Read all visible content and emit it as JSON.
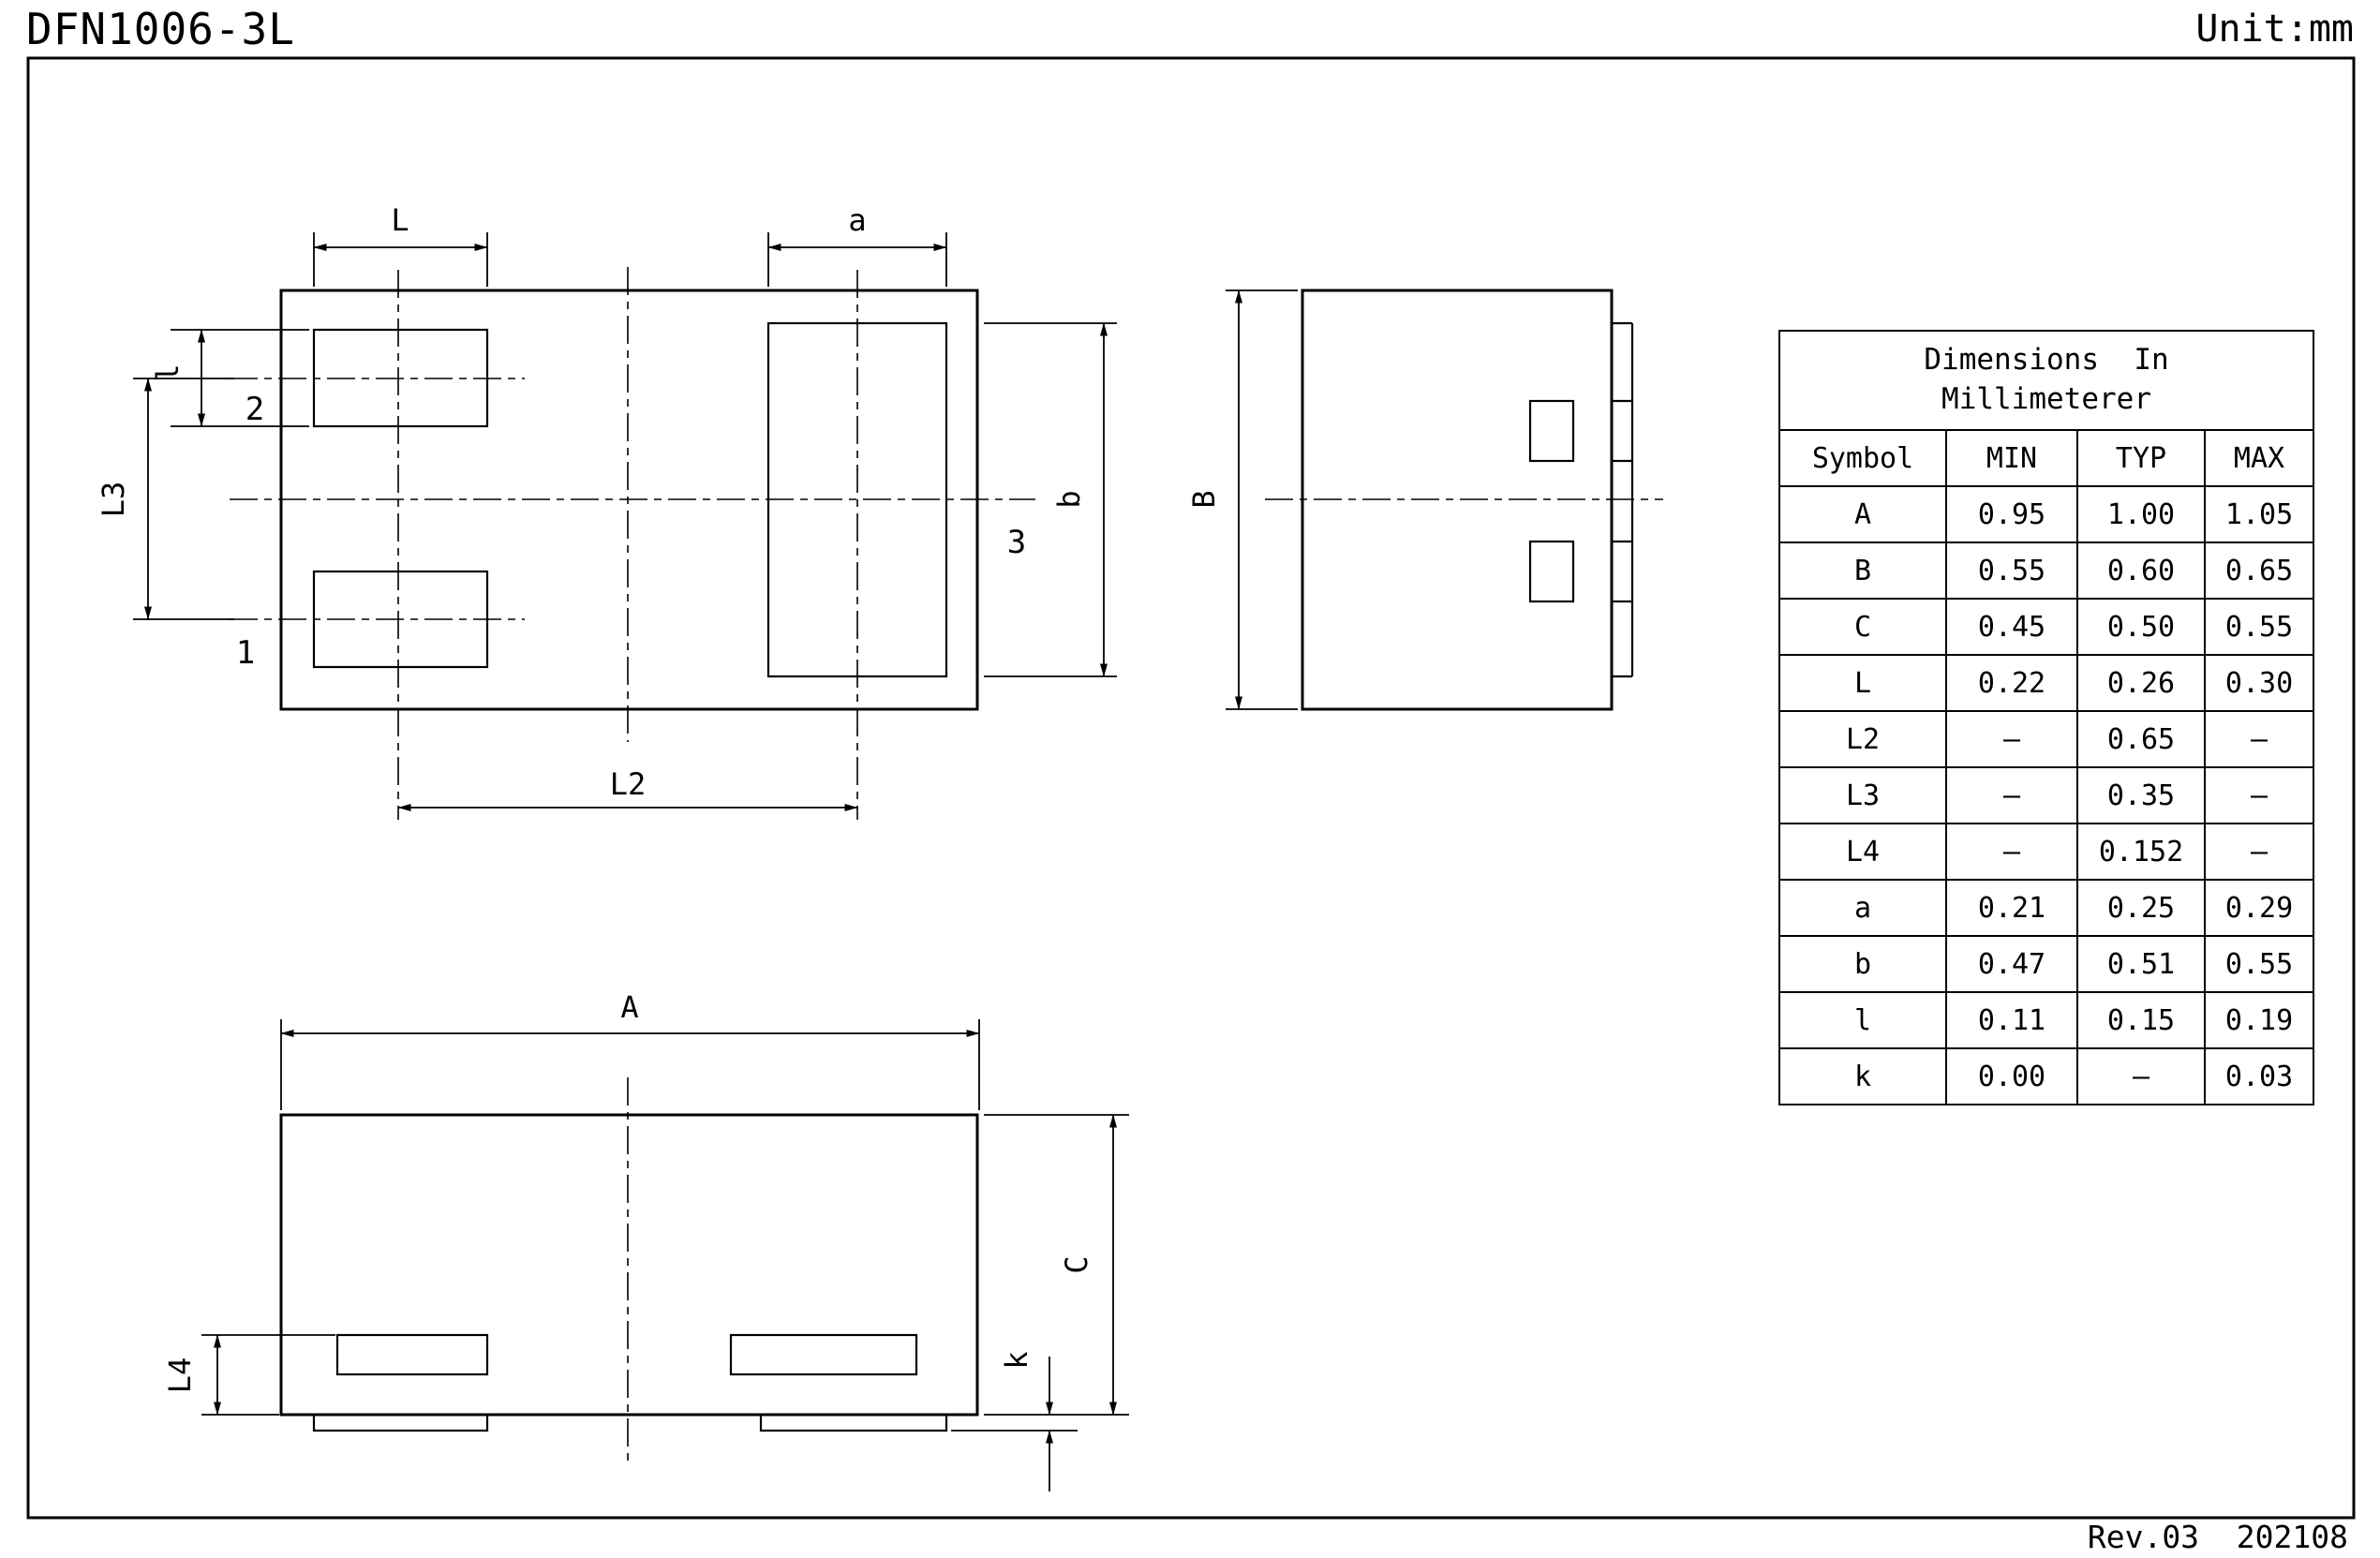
{
  "header": {
    "title": "DFN1006-3L",
    "unit_note": "Unit:mm"
  },
  "footer": {
    "revision": "Rev.03  202108"
  },
  "drawing": {
    "top_view": {
      "dim_L": "L",
      "dim_a": "a",
      "dim_l": "l",
      "dim_L3": "L3",
      "dim_L2": "L2",
      "dim_b": "b",
      "pin1": "1",
      "pin2": "2",
      "pin3": "3"
    },
    "side_view": {
      "dim_B": "B"
    },
    "bottom_view": {
      "dim_A": "A",
      "dim_L4": "L4",
      "dim_k": "k",
      "dim_C": "C"
    }
  },
  "table": {
    "title_line1": "Dimensions  In",
    "title_line2": "Millimeterer",
    "columns": [
      "Symbol",
      "MIN",
      "TYP",
      "MAX"
    ],
    "rows": [
      {
        "symbol": "A",
        "min": "0.95",
        "typ": "1.00",
        "max": "1.05"
      },
      {
        "symbol": "B",
        "min": "0.55",
        "typ": "0.60",
        "max": "0.65"
      },
      {
        "symbol": "C",
        "min": "0.45",
        "typ": "0.50",
        "max": "0.55"
      },
      {
        "symbol": "L",
        "min": "0.22",
        "typ": "0.26",
        "max": "0.30"
      },
      {
        "symbol": "L2",
        "min": "–",
        "typ": "0.65",
        "max": "–"
      },
      {
        "symbol": "L3",
        "min": "–",
        "typ": "0.35",
        "max": "–"
      },
      {
        "symbol": "L4",
        "min": "–",
        "typ": "0.152",
        "max": "–"
      },
      {
        "symbol": "a",
        "min": "0.21",
        "typ": "0.25",
        "max": "0.29"
      },
      {
        "symbol": "b",
        "min": "0.47",
        "typ": "0.51",
        "max": "0.55"
      },
      {
        "symbol": "l",
        "min": "0.11",
        "typ": "0.15",
        "max": "0.19"
      },
      {
        "symbol": "k",
        "min": "0.00",
        "typ": "–",
        "max": "0.03"
      }
    ]
  }
}
